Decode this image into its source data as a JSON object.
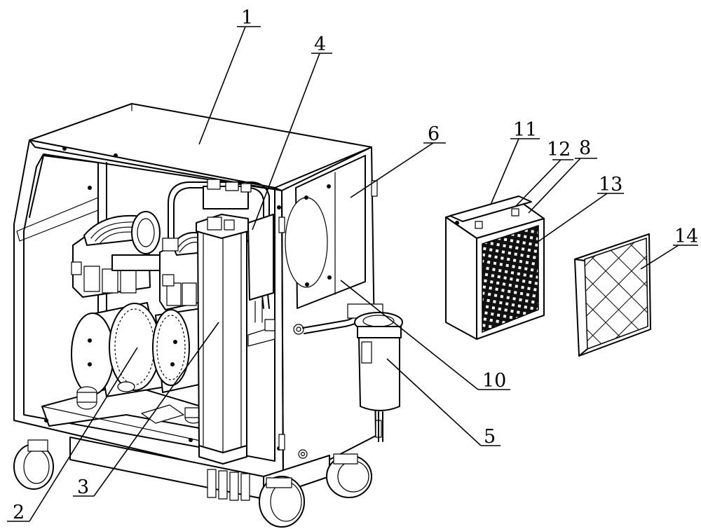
{
  "callouts": [
    {
      "id": "1",
      "label": "1"
    },
    {
      "id": "2",
      "label": "2"
    },
    {
      "id": "3",
      "label": "3"
    },
    {
      "id": "4",
      "label": "4"
    },
    {
      "id": "5",
      "label": "5"
    },
    {
      "id": "6",
      "label": "6"
    },
    {
      "id": "8",
      "label": "8"
    },
    {
      "id": "10",
      "label": "10"
    },
    {
      "id": "11",
      "label": "11"
    },
    {
      "id": "12",
      "label": "12"
    },
    {
      "id": "13",
      "label": "13"
    },
    {
      "id": "14",
      "label": "14"
    }
  ]
}
